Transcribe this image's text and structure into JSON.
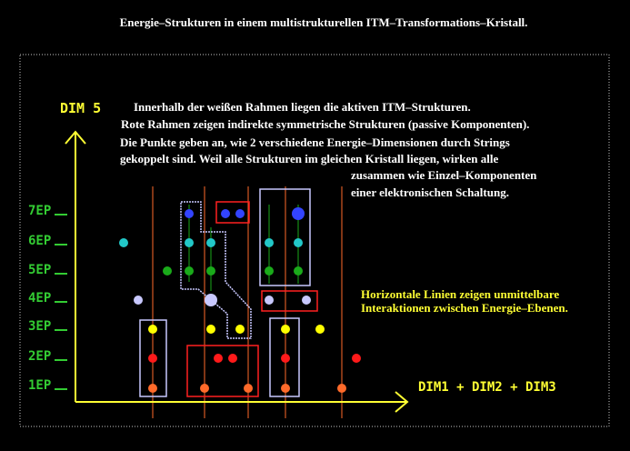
{
  "title": "Energie–Strukturen in einem multistrukturellen ITM–Transformations–Kristall.",
  "axis": {
    "y_label": "DIM 5",
    "x_label": "DIM1 + DIM2 + DIM3",
    "levels": [
      "1EP",
      "2EP",
      "3EP",
      "4EP",
      "5EP",
      "6EP",
      "7EP"
    ]
  },
  "notes": {
    "main": [
      "Innerhalb der weißen Rahmen liegen die aktiven ITM–Strukturen.",
      "Rote Rahmen zeigen indirekte symmetrische Strukturen (passive Komponenten).",
      "Die Punkte geben an, wie 2 verschiedene Energie–Dimensionen durch Strings",
      "gekoppelt sind. Weil alle Strukturen im gleichen Kristall liegen, wirken alle",
      "zusammen wie Einzel–Komponenten",
      "einer elektronischen Schaltung."
    ],
    "yellow": [
      "Horizontale Linien zeigen unmittelbare",
      "Interaktionen zwischen Energie–Ebenen."
    ]
  },
  "colors": {
    "background": "#000000",
    "axis": "#ffff33",
    "level_labels": "#33cc33",
    "white_frame": "#c8c8ff",
    "red_frame": "#ff2020",
    "vertical_lines": "#ff6a2a",
    "level_colors": {
      "1EP": "#ff6a2a",
      "2EP": "#ff1a1a",
      "3EP": "#ffff00",
      "4EP": "#c8c8ff",
      "5EP": "#1aaa1a",
      "6EP": "#22c8c8",
      "7EP": "#3344ff"
    }
  },
  "points": [
    {
      "string": 1,
      "level": "1EP"
    },
    {
      "string": 1,
      "level": "2EP"
    },
    {
      "string": 1,
      "level": "3EP"
    },
    {
      "string": 2,
      "level": "7EP"
    },
    {
      "string": 2,
      "level": "6EP"
    },
    {
      "string": 2,
      "level": "5EP"
    },
    {
      "string": 3,
      "level": "1EP"
    },
    {
      "string": 3,
      "level": "6EP"
    },
    {
      "string": 3,
      "level": "5EP"
    },
    {
      "string": 3,
      "level": "3EP"
    },
    {
      "string": 4,
      "level": "1EP"
    },
    {
      "string": 4,
      "level": "3EP"
    },
    {
      "string": 5,
      "level": "6EP"
    },
    {
      "string": 5,
      "level": "5EP"
    },
    {
      "string": 6,
      "level": "1EP"
    },
    {
      "string": 6,
      "level": "2EP"
    },
    {
      "string": 6,
      "level": "3EP"
    },
    {
      "string": 7,
      "level": "7EP"
    },
    {
      "string": 7,
      "level": "6EP"
    },
    {
      "string": 7,
      "level": "5EP"
    },
    {
      "string": 8,
      "level": "1EP"
    }
  ]
}
